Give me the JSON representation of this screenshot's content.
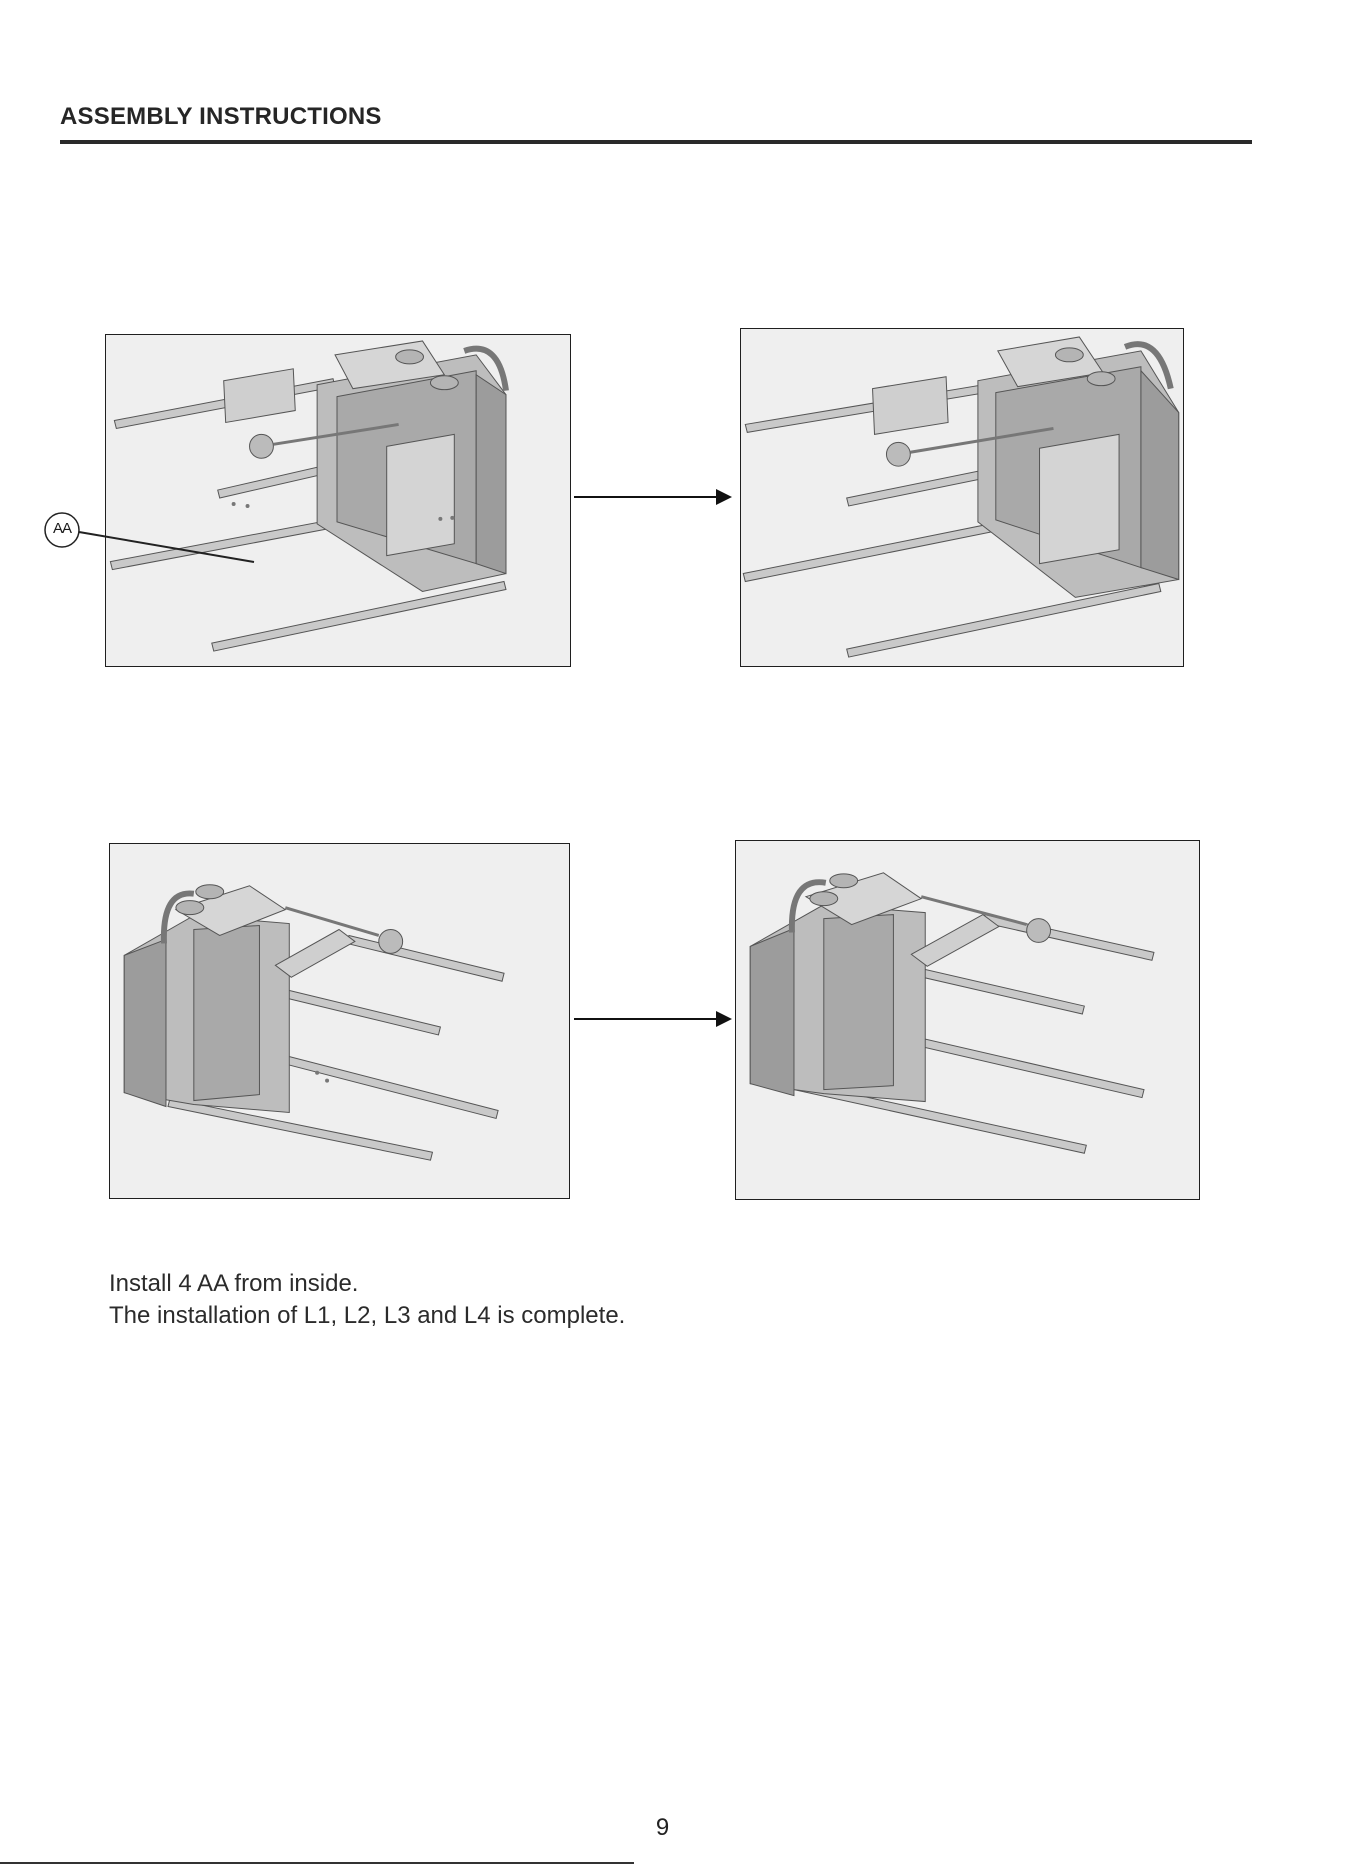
{
  "header": {
    "title": "ASSEMBLY INSTRUCTIONS"
  },
  "callout": {
    "label": "AA"
  },
  "instructions": [
    "Install 4 AA from inside.",
    "The installation of L1, L2, L3 and L4 is complete."
  ],
  "footer": {
    "page_number": "9"
  },
  "colors": {
    "frame": "#1f1f1f",
    "panel_bg": "#efefef",
    "metal": "#c8c8c8",
    "metal_dark": "#8a8a8a"
  }
}
